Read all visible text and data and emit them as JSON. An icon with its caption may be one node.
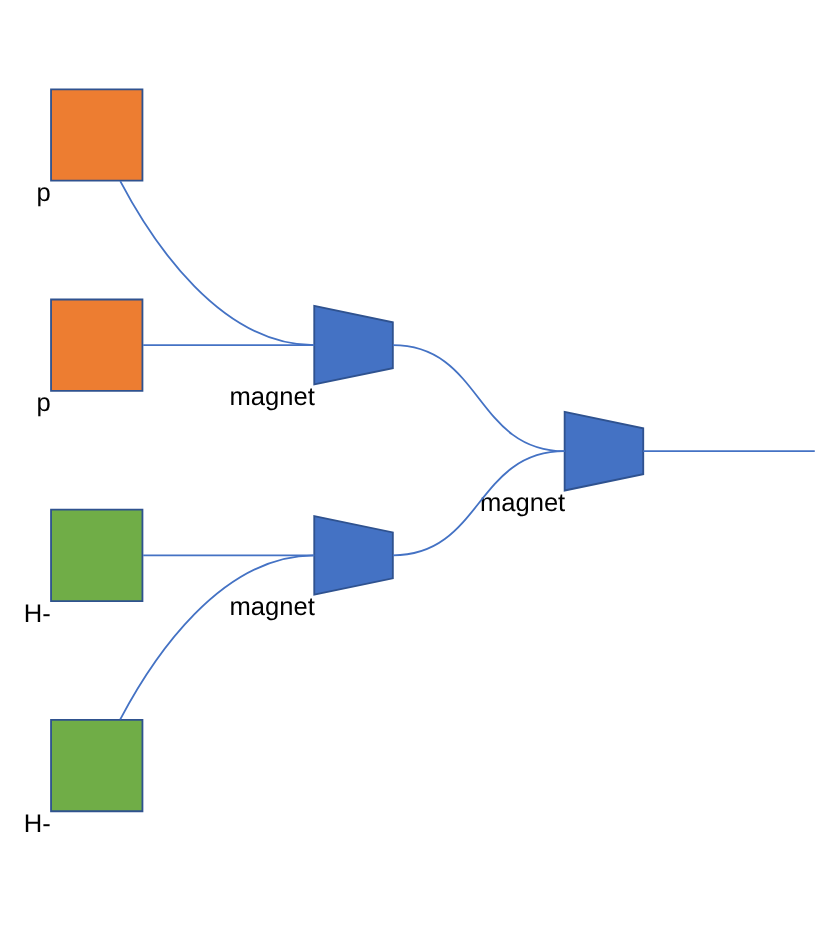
{
  "diagram": {
    "nodes": [
      {
        "text": [],
        "shape": "box",
        "beside": [
          "p"
        ]
      },
      {
        "text": [],
        "shape": "box",
        "beside": [
          "p"
        ]
      },
      {
        "text": [],
        "shape": "trapezoid",
        "beside": [
          "magnet"
        ]
      },
      {
        "text": [],
        "shape": "trapezoid",
        "beside": [
          "magnet"
        ]
      },
      {
        "text": [],
        "shape": "box",
        "beside": [
          "H-"
        ]
      },
      {
        "text": [],
        "shape": "trapezoid",
        "beside": [
          "magnet"
        ]
      },
      {
        "text": [],
        "shape": "box",
        "beside": [
          "H-"
        ]
      }
    ],
    "edges": [
      {
        "from": 0,
        "to": 2,
        "arrow": "none"
      },
      {
        "from": 1,
        "to": 2,
        "arrow": "none"
      },
      {
        "from": 2,
        "to": 3,
        "arrow": "none"
      },
      {
        "from": 4,
        "to": 5,
        "arrow": "none"
      },
      {
        "from": 6,
        "to": 5,
        "arrow": "none"
      },
      {
        "from": 5,
        "to": 3,
        "arrow": "none"
      },
      {
        "from": 3,
        "to": null,
        "arrow": "none"
      }
    ]
  }
}
